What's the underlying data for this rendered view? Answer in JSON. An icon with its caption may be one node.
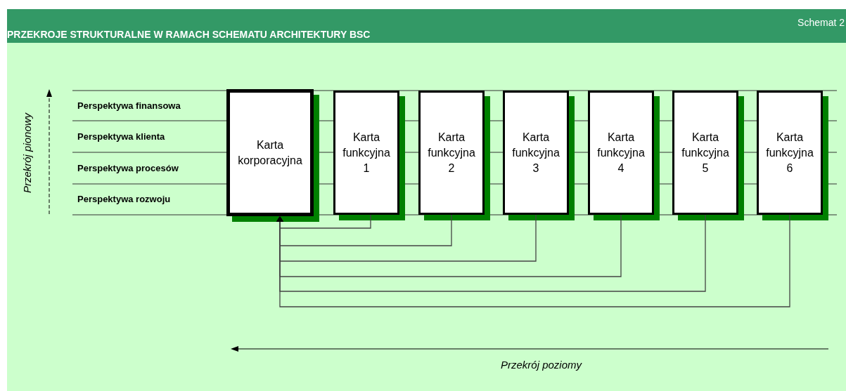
{
  "diagram": {
    "title": "PRZEKROJE STRUKTURALNE W RAMACH SCHEMATU ARCHITEKTURY BSC",
    "nodes": [
      {
        "text": [
          "Karta korporacyjna"
        ]
      },
      {
        "text": [
          "Karta funkcyjna 1"
        ]
      },
      {
        "text": [
          "Karta funkcyjna 2"
        ]
      },
      {
        "text": [
          "Karta funkcyjna 3"
        ]
      },
      {
        "text": [
          "Karta funkcyjna 4"
        ]
      },
      {
        "text": [
          "Karta funkcyjna 5"
        ]
      },
      {
        "text": [
          "Karta funkcyjna 6"
        ]
      }
    ],
    "edges": [
      {
        "from": 1,
        "to": 0,
        "arrow": "to"
      },
      {
        "from": 2,
        "to": 0,
        "arrow": "to"
      },
      {
        "from": 3,
        "to": 0,
        "arrow": "to"
      },
      {
        "from": 4,
        "to": 0,
        "arrow": "to"
      },
      {
        "from": 5,
        "to": 0,
        "arrow": "to"
      },
      {
        "from": 6,
        "to": 0,
        "arrow": "to"
      }
    ],
    "labels": [
      "Schemat 2",
      "Perspektywa finansowa",
      "Perspektywa klienta",
      "Perspektywa procesów",
      "Perspektywa rozwoju",
      "Przekrój pionowy",
      "Przekrój poziomy"
    ]
  }
}
